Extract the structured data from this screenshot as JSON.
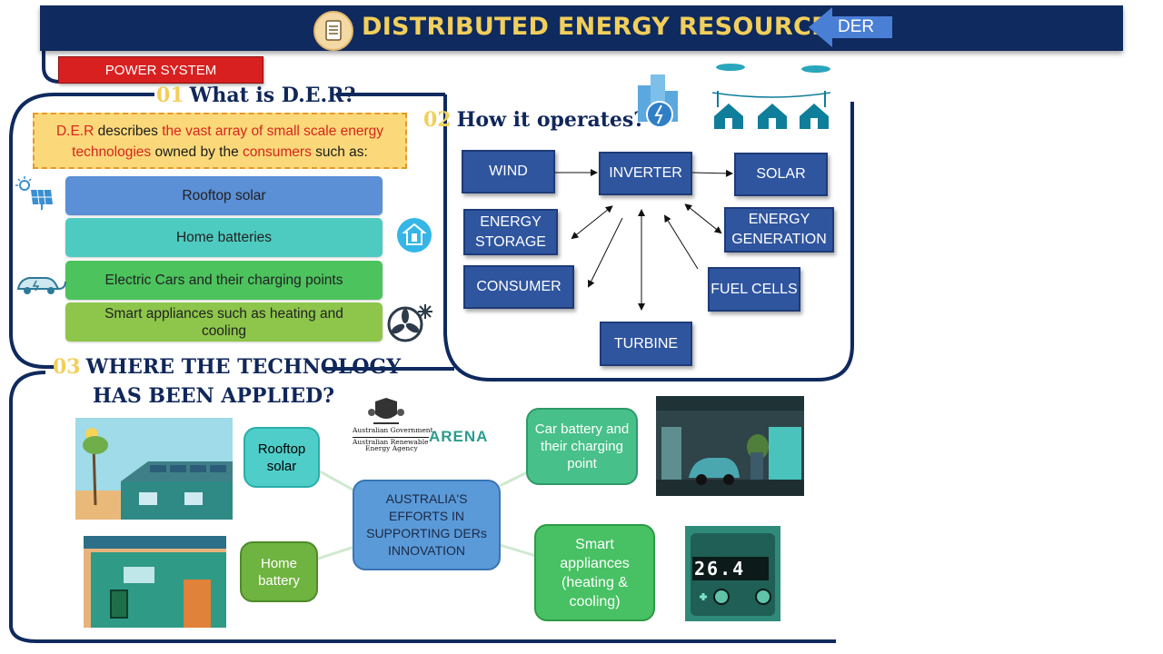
{
  "header": {
    "title": "DISTRIBUTED ENERGY RESOURCES",
    "badge": "DER"
  },
  "power_system_label": "POWER SYSTEM",
  "section1": {
    "number": "01",
    "title": "What is D.E.R?",
    "description": {
      "part1": "D.E.R",
      "part2": " describes ",
      "part3": "the vast array of small scale energy technologies",
      "part4": " owned by the ",
      "part5": "consumers",
      "part6": " such as:"
    },
    "items": [
      {
        "label": "Rooftop solar",
        "color": "#5b8fd6"
      },
      {
        "label": "Home batteries",
        "color": "#4ecbc0"
      },
      {
        "label": "Electric Cars and their charging points",
        "color": "#4cc35d"
      },
      {
        "label": "Smart appliances such as heating and cooling",
        "color": "#8dc64b"
      }
    ]
  },
  "section2": {
    "number": "02",
    "title": "How it operates?",
    "nodes": {
      "wind": "WIND",
      "inverter": "INVERTER",
      "solar": "SOLAR",
      "storage": "ENERGY STORAGE",
      "generation": "ENERGY GENERATION",
      "consumer": "CONSUMER",
      "fuel": "FUEL CELLS",
      "turbine": "TURBINE"
    }
  },
  "section3": {
    "number": "03",
    "title_line1": "WHERE THE TECHNOLOGY",
    "title_line2": "HAS BEEN APPLIED?",
    "gov_line1": "Australian Government",
    "gov_line2": "Australian Renewable",
    "gov_line3": "Energy Agency",
    "arena": "ARENA",
    "center": "AUSTRALIA'S EFFORTS IN SUPPORTING DERs INNOVATION",
    "rooftop": "Rooftop solar",
    "home_battery": "Home battery",
    "car_battery": "Car battery and their charging point",
    "smart": "Smart appliances (heating & cooling)",
    "display_reading": "26.4"
  },
  "colors": {
    "navy": "#0f2a5e",
    "gold": "#f2cf5b",
    "node_blue": "#2f559f",
    "alert_red": "#d92020"
  }
}
